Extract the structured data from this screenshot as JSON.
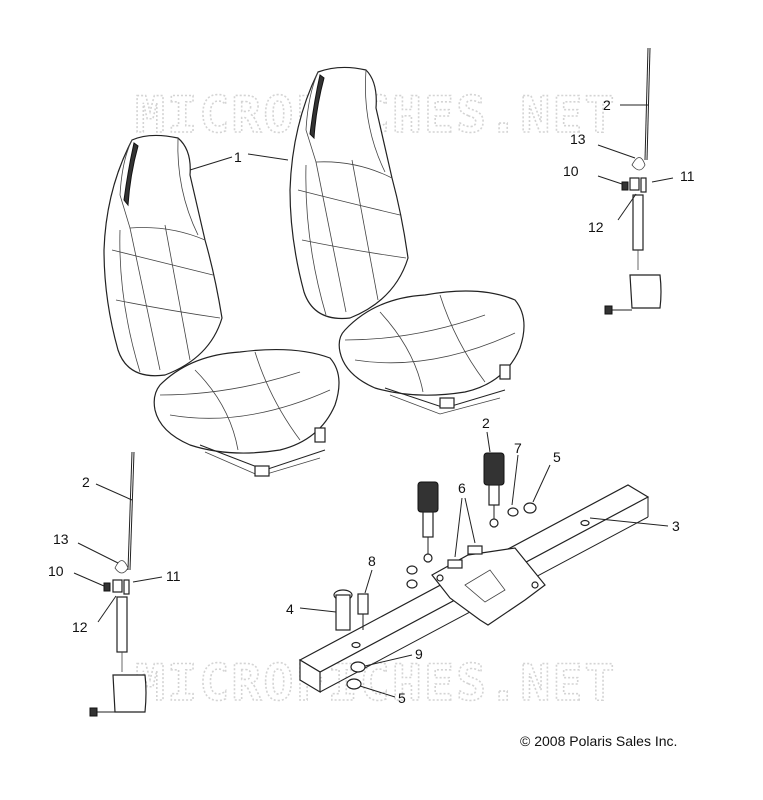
{
  "watermark": {
    "text": "MICROFICHES.NET"
  },
  "copyright": "© 2008 Polaris Sales Inc.",
  "callouts": [
    {
      "id": "c1",
      "text": "1"
    },
    {
      "id": "c2a",
      "text": "2"
    },
    {
      "id": "c13a",
      "text": "13"
    },
    {
      "id": "c10a",
      "text": "10"
    },
    {
      "id": "c11a",
      "text": "11"
    },
    {
      "id": "c12a",
      "text": "12"
    },
    {
      "id": "c2b",
      "text": "2"
    },
    {
      "id": "c7",
      "text": "7"
    },
    {
      "id": "c5a",
      "text": "5"
    },
    {
      "id": "c6",
      "text": "6"
    },
    {
      "id": "c3",
      "text": "3"
    },
    {
      "id": "c2c",
      "text": "2"
    },
    {
      "id": "c13b",
      "text": "13"
    },
    {
      "id": "c10b",
      "text": "10"
    },
    {
      "id": "c11b",
      "text": "11"
    },
    {
      "id": "c12b",
      "text": "12"
    },
    {
      "id": "c8",
      "text": "8"
    },
    {
      "id": "c4",
      "text": "4"
    },
    {
      "id": "c9",
      "text": "9"
    },
    {
      "id": "c5b",
      "text": "5"
    }
  ]
}
